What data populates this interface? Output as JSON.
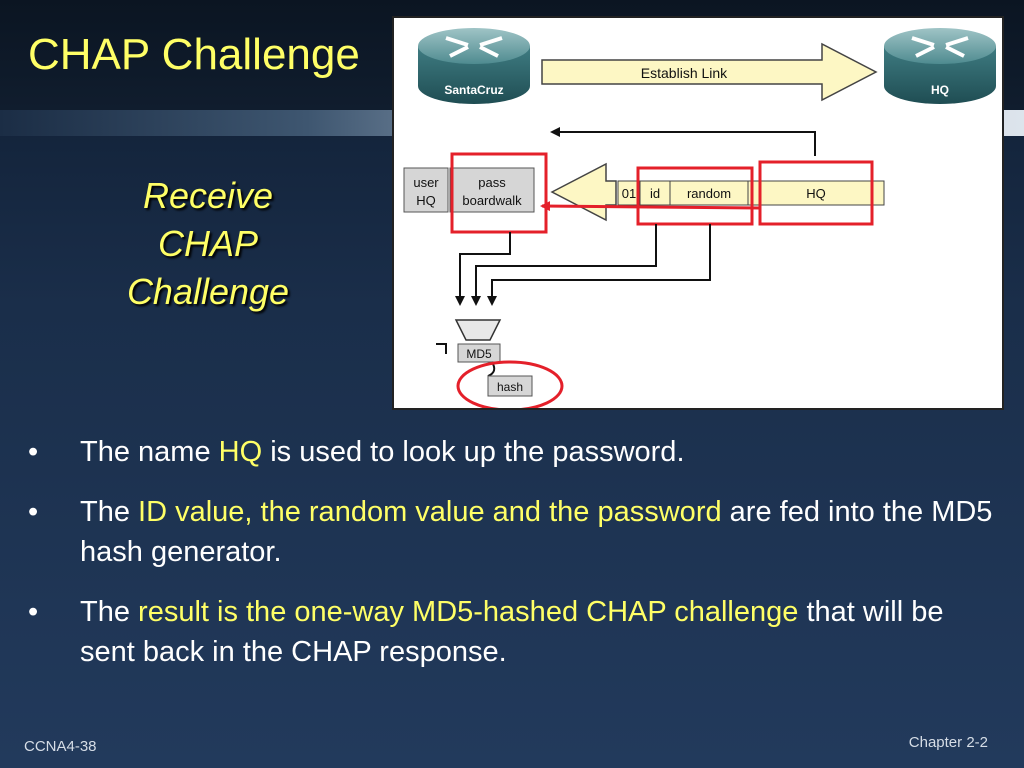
{
  "slide": {
    "title": "CHAP Challenge",
    "subtitle": [
      "Receive",
      "CHAP",
      "Challenge"
    ],
    "footer_left": "CCNA4-38",
    "footer_right": "Chapter 2-2"
  },
  "diagram": {
    "router_left": "SantaCruz",
    "router_right": "HQ",
    "link_label": "Establish Link",
    "db_user_header": "user",
    "db_user_value": "HQ",
    "db_pass_header": "pass",
    "db_pass_value": "boardwalk",
    "packet_code": "01",
    "packet_id": "id",
    "packet_random": "random",
    "packet_name": "HQ",
    "md5_label": "MD5",
    "hash_label": "hash"
  },
  "bullets": [
    {
      "parts": [
        {
          "text": "The name ",
          "hl": false
        },
        {
          "text": "HQ",
          "hl": true
        },
        {
          "text": " is used to look up the password.",
          "hl": false
        }
      ]
    },
    {
      "parts": [
        {
          "text": "The ",
          "hl": false
        },
        {
          "text": "ID value, the random value and the password",
          "hl": true
        },
        {
          "text": " are fed into the MD5 hash generator.",
          "hl": false
        }
      ]
    },
    {
      "parts": [
        {
          "text": "The ",
          "hl": false
        },
        {
          "text": "result is the one-way MD5-hashed CHAP challenge",
          "hl": true
        },
        {
          "text": " that will be sent back in the CHAP response.",
          "hl": false
        }
      ]
    }
  ],
  "bullet_symbol": "•",
  "colors": {
    "highlight": "#ffff66",
    "callout_red": "#e4202a"
  }
}
